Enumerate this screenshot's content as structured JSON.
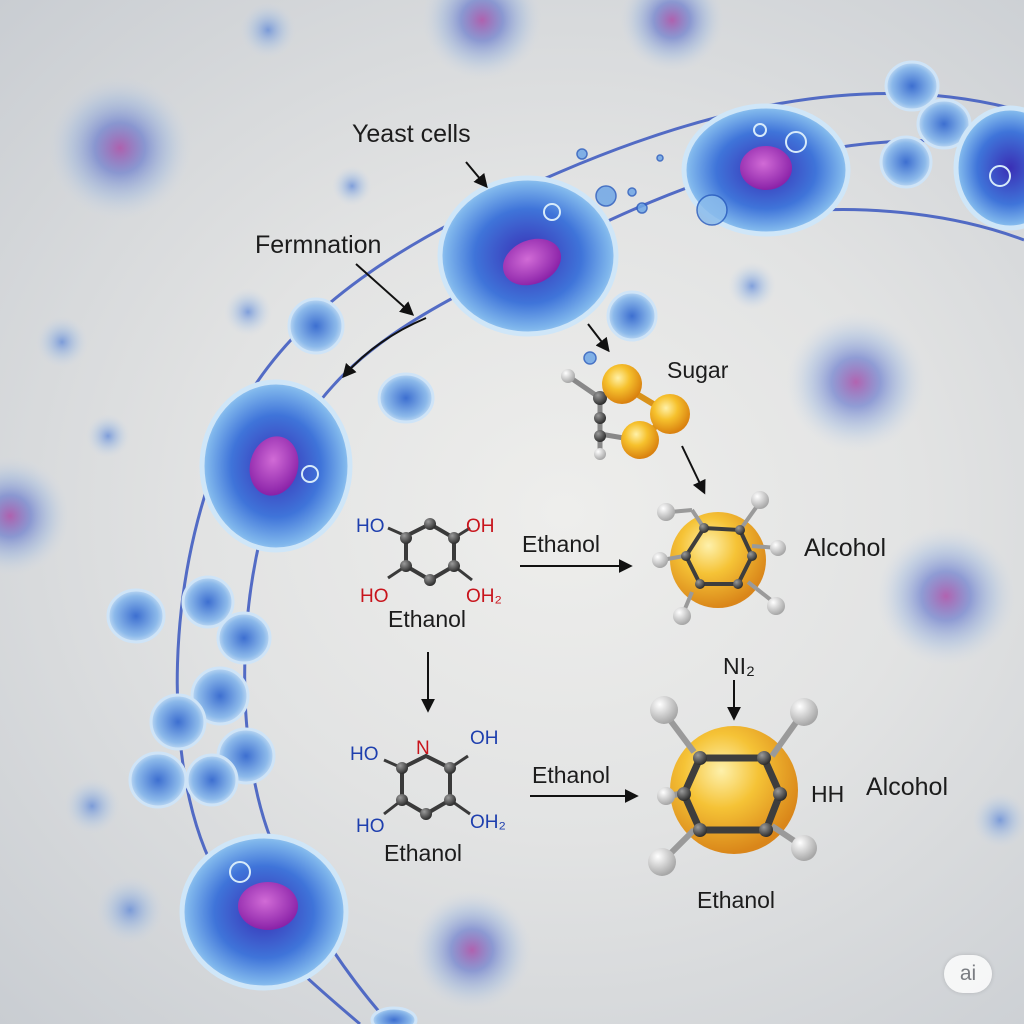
{
  "labels": {
    "yeast_cells": "Yeast cells",
    "fermentation": "Fermnation",
    "sugar": "Sugar",
    "ethanol_top_arrow": "Ethanol",
    "alcohol_top": "Alcohol",
    "ethanol_top_mol": "Ethanol",
    "ni2": "NI₂",
    "ethanol_bottom_arrow": "Ethanol",
    "hh": "HH",
    "alcohol_bottom": "Alcohol",
    "ethanol_bottom_mol": "Ethanol",
    "ethanol_bottom_product": "Ethanol"
  },
  "molecule_top": {
    "tl": "HO",
    "tr": "OH",
    "bl": "HO",
    "br": "OH₂"
  },
  "molecule_bottom": {
    "tl": "HO",
    "top": "N",
    "tr": "OH",
    "bl": "HO",
    "br": "OH₂"
  },
  "badge": "ai",
  "colors": {
    "cell_blue": "#3b6fd6",
    "nucleus": "#a437b8",
    "sugar_gold": "#f2a81e",
    "atom_dark": "#4a4a4a",
    "text_blue": "#1e3fae",
    "text_red": "#c8141c"
  }
}
